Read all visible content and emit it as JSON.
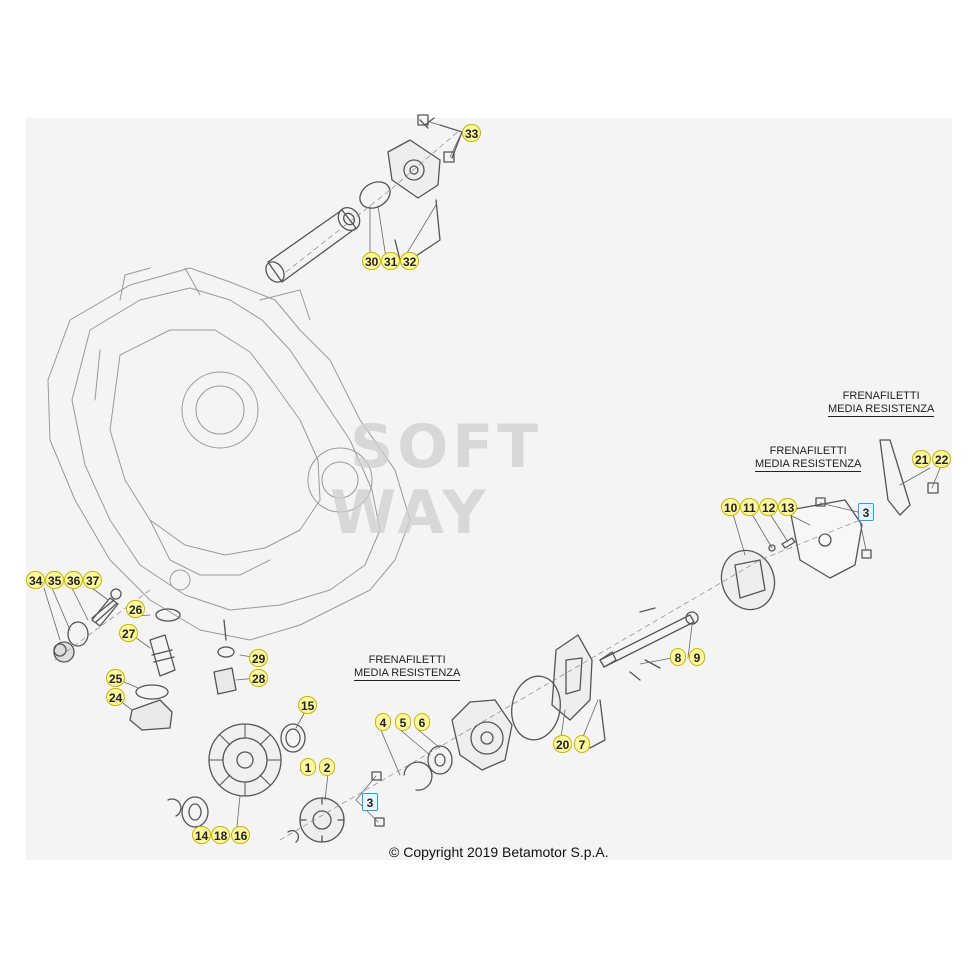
{
  "diagram": {
    "copyright": "© Copyright 2019 Betamotor S.p.A.",
    "watermark": [
      "SOFT",
      "WAY"
    ],
    "notes": {
      "thread_lock_right": [
        "FRENAFILETTI",
        "MEDIA RESISTENZA"
      ],
      "thread_lock_center": [
        "FRENAFILETTI",
        "MEDIA RESISTENZA"
      ],
      "thread_lock_bottom": [
        "FRENAFILETTI",
        "MEDIA RESISTENZA"
      ]
    },
    "part_numbers": {
      "p33": "33",
      "p30": "30",
      "p31": "31",
      "p32": "32",
      "p21": "21",
      "p22": "22",
      "p10": "10",
      "p11": "11",
      "p12": "12",
      "p13": "13",
      "p3_right": "3",
      "p34": "34",
      "p35": "35",
      "p36": "36",
      "p37": "37",
      "p26": "26",
      "p27": "27",
      "p29": "29",
      "p28": "28",
      "p25": "25",
      "p24": "24",
      "p8": "8",
      "p9": "9",
      "p15": "15",
      "p4": "4",
      "p5": "5",
      "p6": "6",
      "p20": "20",
      "p7": "7",
      "p1": "1",
      "p2": "2",
      "p3_bottom": "3",
      "p14": "14",
      "p18": "18",
      "p16": "16"
    }
  }
}
